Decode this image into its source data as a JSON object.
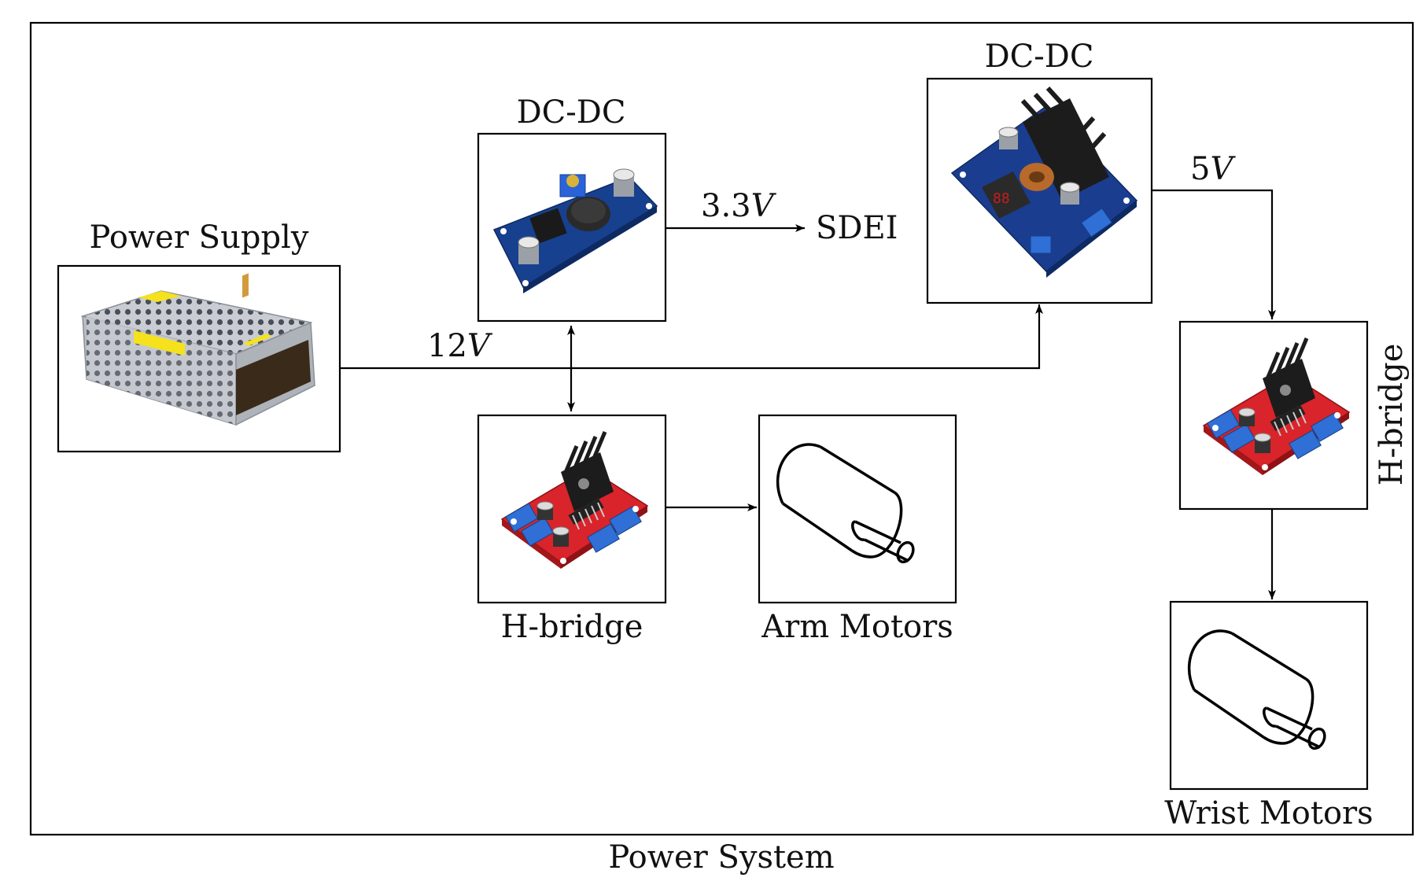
{
  "system": {
    "label": "Power System"
  },
  "power_supply": {
    "label": "Power Supply",
    "icon": "power-supply-icon"
  },
  "dcdc_3v3": {
    "label": "DC-DC",
    "icon": "buck-converter-icon"
  },
  "dcdc_5v": {
    "label": "DC-DC",
    "icon": "buck-converter-display-icon"
  },
  "hbridge_arm": {
    "label": "H-bridge",
    "icon": "h-bridge-icon"
  },
  "hbridge_wrist": {
    "label": "H-bridge",
    "icon": "h-bridge-icon"
  },
  "arm_motors": {
    "label": "Arm Motors",
    "icon": "motor-icon"
  },
  "wrist_motors": {
    "label": "Wrist Motors",
    "icon": "motor-icon"
  },
  "sdei": {
    "label": "SDEI"
  },
  "voltages": {
    "v12": {
      "num": "12",
      "unit": "V"
    },
    "v3_3": {
      "num": "3.3",
      "unit": "V"
    },
    "v5": {
      "num": "5",
      "unit": "V"
    }
  },
  "colors": {
    "line": "#000000",
    "pcb_red": "#d8242a",
    "pcb_blue": "#17408f",
    "pcb_dark": "#1b2f6b",
    "terminal_blue": "#2f6fd6",
    "heatsink": "#1c1c1c",
    "psu_metal": "#c9cdd3",
    "label_yellow": "#f5e21c",
    "inductor": "#b86a2a"
  }
}
